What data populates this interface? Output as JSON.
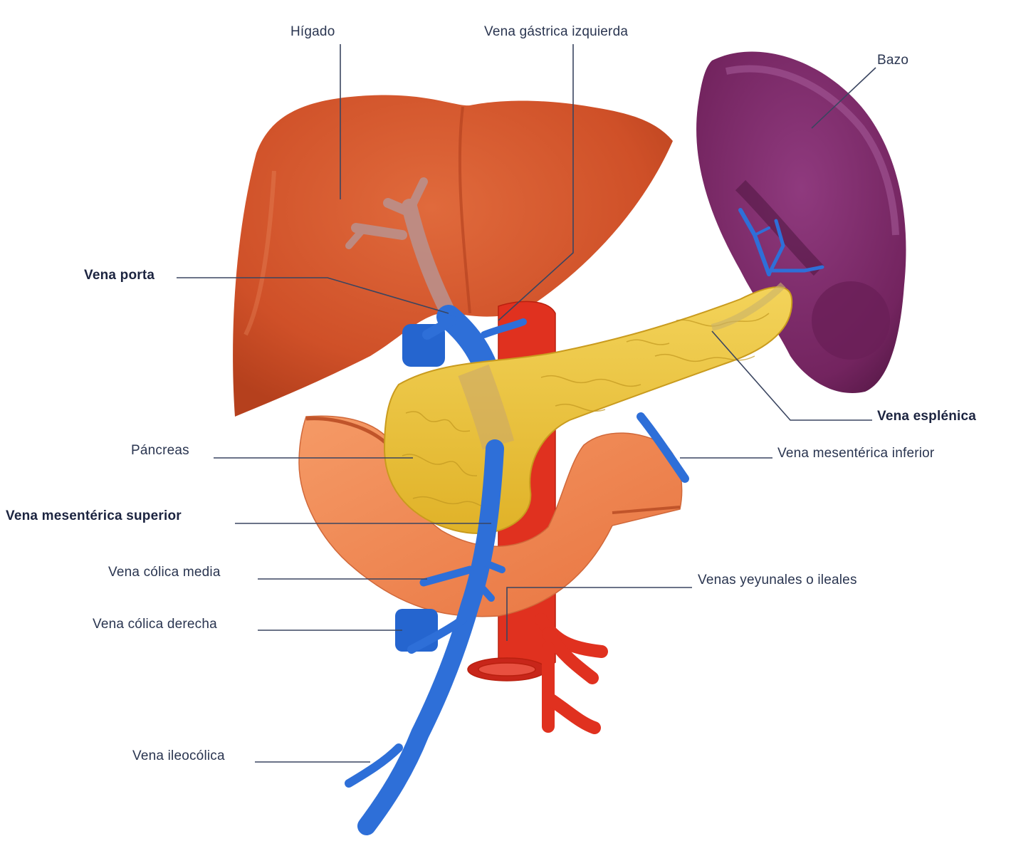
{
  "labels": {
    "higado": "Hígado",
    "vena_gastrica_izquierda": "Vena gástrica izquierda",
    "bazo": "Bazo",
    "vena_porta": "Vena porta",
    "vena_esplenica": "Vena esplénica",
    "pancreas": "Páncreas",
    "vena_mesenterica_inferior": "Vena mesentérica inferior",
    "vena_mesenterica_superior": "Vena mesentérica superior",
    "vena_colica_media": "Vena cólica media",
    "venas_yeyunales_ileales": "Venas yeyunales o ileales",
    "vena_colica_derecha": "Vena cólica derecha",
    "vena_ileocolica": "Vena ileocólica"
  },
  "colors": {
    "liver": "#d2562e",
    "spleen": "#7b2a6a",
    "pancreas": "#ecc43a",
    "duodenum": "#f08a55",
    "vein": "#2e6fd8",
    "artery": "#e0311f",
    "leader": "#3a4560"
  }
}
